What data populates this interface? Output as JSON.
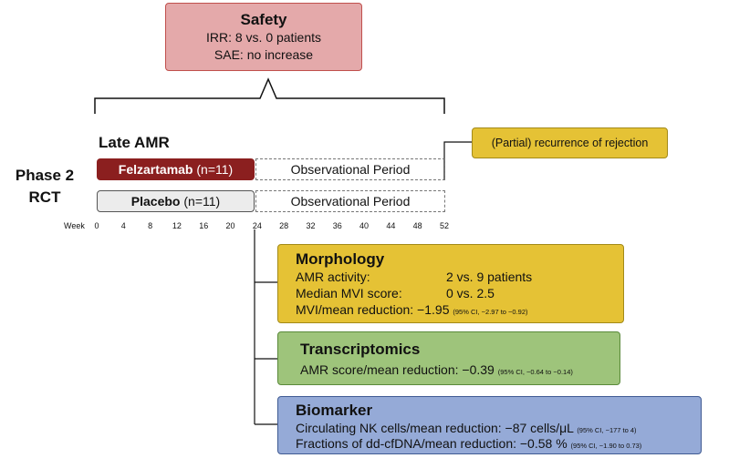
{
  "safety": {
    "title": "Safety",
    "line1": "IRR: 8  vs. 0 patients",
    "line2": "SAE: no increase"
  },
  "study": {
    "phase_line1": "Phase 2",
    "phase_line2": "RCT",
    "group_title": "Late AMR"
  },
  "arms": {
    "treatment_name": "Felzartamab",
    "treatment_n": " (n=11)",
    "placebo_name": "Placebo",
    "placebo_n": " (n=11)",
    "observational_1": "Observational Period",
    "observational_2": "Observational Period"
  },
  "recurrence": "(Partial) recurrence of rejection",
  "timeline": {
    "label": "Week",
    "ticks": [
      "0",
      "4",
      "8",
      "12",
      "16",
      "20",
      "24",
      "28",
      "32",
      "36",
      "40",
      "44",
      "48",
      "52"
    ]
  },
  "morphology": {
    "title": "Morphology",
    "r1_label": "AMR activity:",
    "r1_value": "2 vs. 9 patients",
    "r2_label": "Median MVI score:",
    "r2_value": "0 vs. 2.5",
    "r3_text": "MVI/mean reduction: −1.95",
    "r3_ci": "(95% CI, −2.97 to −0.92)"
  },
  "transcriptomics": {
    "title": "Transcriptomics",
    "r1_text": "AMR score/mean reduction: −0.39",
    "r1_ci": "(95% CI, −0.64 to −0.14)"
  },
  "biomarker": {
    "title": "Biomarker",
    "r1_text": "Circulating NK cells/mean reduction: −87 cells/μL",
    "r1_ci": "(95% CI, −177 to 4)",
    "r2_text": "Fractions of dd-cfDNA/mean reduction: −0.58 %",
    "r2_ci": "(95% CI, −1.90 to 0.73)"
  },
  "colors": {
    "safety_fill": "#e4a9aa",
    "treatment_fill": "#8b1f1f",
    "morphology_fill": "#e5c235",
    "transcriptomics_fill": "#9ec47b",
    "biomarker_fill": "#95aad7"
  }
}
